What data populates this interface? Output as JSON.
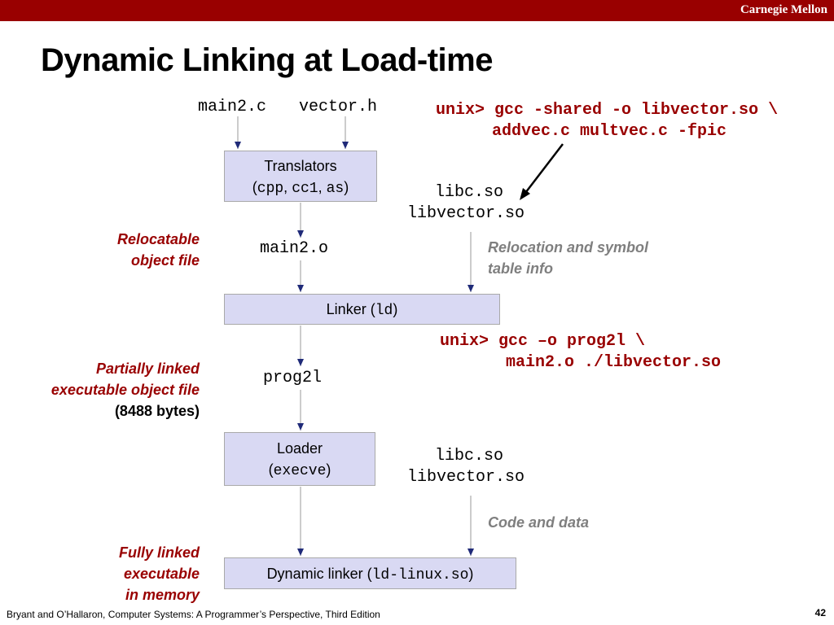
{
  "header": {
    "institution": "Carnegie Mellon"
  },
  "title": "Dynamic Linking at Load-time",
  "files": {
    "main2_c": "main2.c",
    "vector_h": "vector.h",
    "main2_o": "main2.o",
    "prog2l": "prog2l",
    "libc_so_top": "libc.so",
    "libvector_so_top": "libvector.so",
    "libc_so_bottom": "libc.so",
    "libvector_so_bottom": "libvector.so"
  },
  "commands": {
    "shared_line1": "unix> gcc -shared -o libvector.so \\",
    "shared_line2": "addvec.c multvec.c -fpic",
    "link_line1": "unix> gcc –o prog2l \\",
    "link_line2": "main2.o ./libvector.so"
  },
  "boxes": {
    "translators": {
      "label": "Translators",
      "paren_open": "(",
      "t1": "cpp",
      "sep1": ", ",
      "t2": "cc1",
      "sep2": ", ",
      "t3": "as",
      "paren_close": ")"
    },
    "linker": {
      "label": "Linker (",
      "tool": "ld",
      "paren_close": ")"
    },
    "loader": {
      "label": "Loader",
      "paren_open": "(",
      "tool": "execve",
      "paren_close": ")"
    },
    "dynamic_linker": {
      "label": "Dynamic linker (",
      "tool": "ld-linux.so",
      "paren_close": ")"
    }
  },
  "side_labels": {
    "relocatable_1": "Relocatable",
    "relocatable_2": "object file",
    "partial_1": "Partially linked",
    "partial_2": "executable object file",
    "partial_size": "(8488 bytes)",
    "full_1": "Fully linked",
    "full_2": "executable",
    "full_3": "in memory"
  },
  "notes": {
    "reloc_1": "Relocation and symbol",
    "reloc_2": "table info",
    "code_data": "Code and data"
  },
  "colors": {
    "accent": "#990000",
    "box_fill": "#d9d9f3",
    "arrow": "#1f2a78",
    "note_gray": "#7f7f7f"
  },
  "footer": {
    "citation": "Bryant and O’Hallaron, Computer Systems: A Programmer’s Perspective, Third Edition",
    "page": "42"
  }
}
